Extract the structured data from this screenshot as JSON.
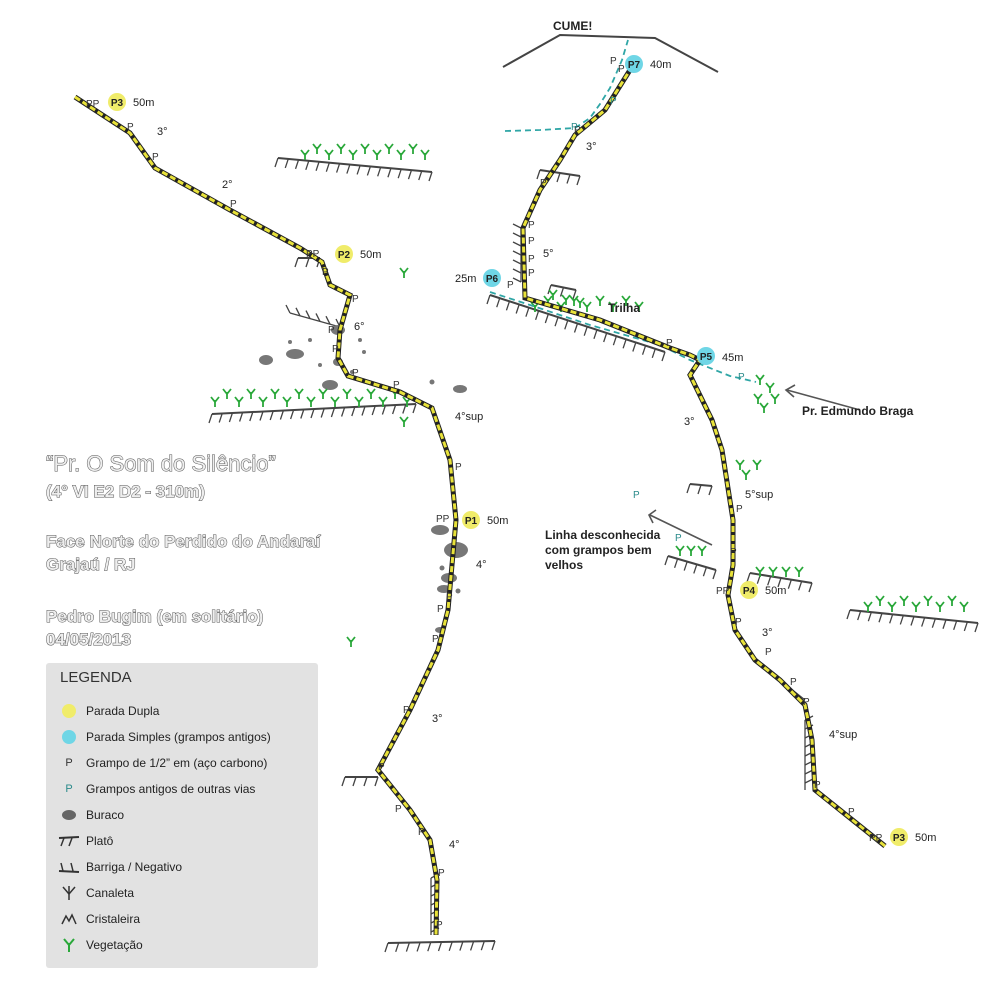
{
  "title": {
    "route_name": "“Pr. O Som do Silêncio”",
    "grade": "(4° VI E2 D2 - 310m)",
    "face": "Face Norte do Perdido do Andaraí",
    "location": "Grajaú / RJ",
    "author": "Pedro Bugim (em solitário)",
    "date": "04/05/2013"
  },
  "labels": {
    "summit": "CUME!",
    "trail": "Trilha",
    "other_route": "Pr. Edmundo Braga",
    "unknown_line_1": "Linha desconhecida",
    "unknown_line_2": "com grampos bem",
    "unknown_line_3": "velhos"
  },
  "stops": {
    "p1": {
      "name": "P1",
      "length": "50m"
    },
    "p2": {
      "name": "P2",
      "length": "50m"
    },
    "p3_left": {
      "name": "P3",
      "length": "50m"
    },
    "p3_right": {
      "name": "P3",
      "length": "50m"
    },
    "p4": {
      "name": "P4",
      "length": "50m"
    },
    "p5": {
      "name": "P5",
      "length": "45m"
    },
    "p6": {
      "name": "P6",
      "length": "25m"
    },
    "p7": {
      "name": "P7",
      "length": "40m"
    }
  },
  "grades": {
    "g_left_1": "3°",
    "g_left_2": "2°",
    "g_left_3": "6°",
    "g_left_4": "4°sup",
    "g_left_5": "4°",
    "g_left_6": "3°",
    "g_left_7": "4°",
    "g_right_1": "3°",
    "g_right_2": "5°",
    "g_right_3": "3°",
    "g_right_4": "5°sup",
    "g_right_5": "3°",
    "g_right_6": "4°sup"
  },
  "pin_glyph": "P",
  "double_pin_glyph": "PP",
  "legend": {
    "title": "LEGENDA",
    "items": [
      {
        "label": "Parada Dupla",
        "icon": "yellow-dot-icon"
      },
      {
        "label": "Parada Simples (grampos antigos)",
        "icon": "cyan-dot-icon"
      },
      {
        "label": "Grampo de 1/2” em (aço carbono)",
        "icon": "bolt-icon"
      },
      {
        "label": "Grampos antigos de outras vias",
        "icon": "old-bolt-icon"
      },
      {
        "label": "Buraco",
        "icon": "hole-icon"
      },
      {
        "label": "Platô",
        "icon": "ledge-icon"
      },
      {
        "label": "Barriga / Negativo",
        "icon": "overhang-icon"
      },
      {
        "label": "Canaleta",
        "icon": "groove-icon"
      },
      {
        "label": "Cristaleira",
        "icon": "crystal-icon"
      },
      {
        "label": "Vegetação",
        "icon": "vegetation-icon"
      }
    ]
  },
  "colors": {
    "double_stop": "#f0ec6a",
    "simple_stop": "#6fd6e6",
    "route_line": "#e8e23a",
    "old_line": "#2fa6a6",
    "vegetation": "#2aa83a",
    "hole": "#777777",
    "legend_bg": "#e2e2e2"
  }
}
